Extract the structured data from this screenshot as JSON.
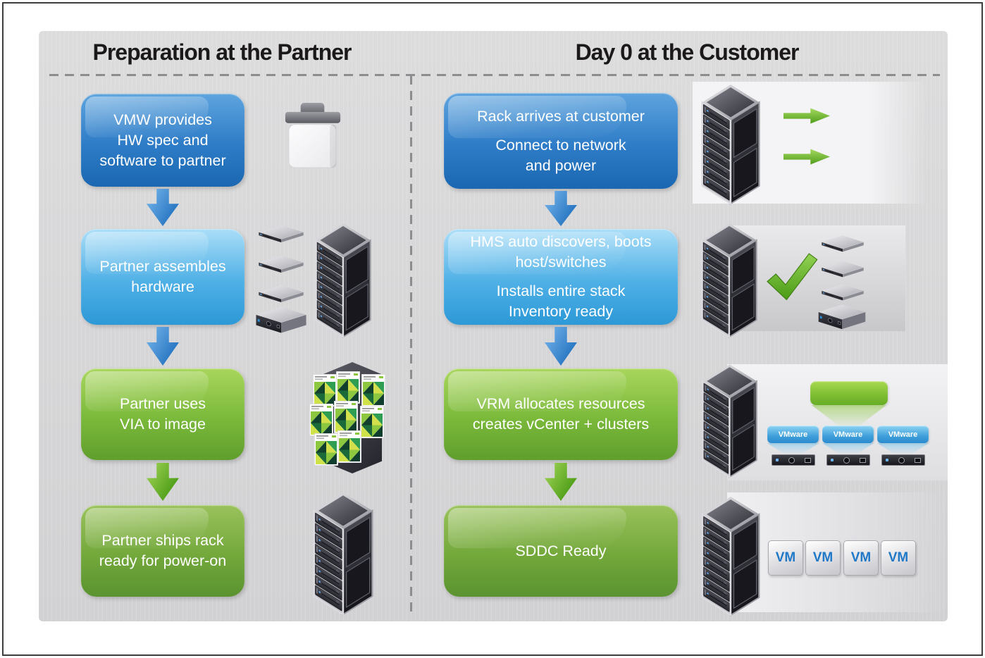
{
  "diagram": {
    "left": {
      "title": "Preparation at the Partner",
      "steps": [
        {
          "lines": [
            "VMW provides",
            "HW spec and",
            "software to partner"
          ]
        },
        {
          "lines": [
            "Partner assembles",
            "hardware"
          ]
        },
        {
          "lines": [
            "Partner uses",
            "VIA to image"
          ]
        },
        {
          "lines": [
            "Partner ships rack",
            "ready for power-on"
          ]
        }
      ]
    },
    "right": {
      "title": "Day 0 at the Customer",
      "steps": [
        {
          "paragraphs": [
            [
              "Rack arrives at customer"
            ],
            [
              "Connect to network",
              "and power"
            ]
          ]
        },
        {
          "paragraphs": [
            [
              "HMS auto discovers, boots",
              "host/switches"
            ],
            [
              "Installs entire stack",
              "Inventory ready"
            ]
          ]
        },
        {
          "paragraphs": [
            [
              "VRM allocates resources",
              "creates vCenter + clusters"
            ]
          ]
        },
        {
          "paragraphs": [
            [
              "SDDC Ready"
            ]
          ]
        }
      ]
    },
    "labels": {
      "hypervisor": [
        "VMware",
        "VMware",
        "VMware"
      ],
      "vms": [
        "VM",
        "VM",
        "VM",
        "VM"
      ]
    },
    "icons": {
      "left_column": [
        "bin-icon",
        "switch-stack-icon",
        "server-rack-icon",
        "software-box-stack-icon",
        "server-rack-icon"
      ],
      "right_column": [
        "server-rack-icon",
        "green-arrow-right-icon",
        "checkmark-icon",
        "switch-stack-icon",
        "vrm-cluster-diagram",
        "vm-boxes"
      ]
    },
    "colors": {
      "box_blue_dark": "#2e7cc7",
      "box_blue_light": "#4fb0e6",
      "box_green": "#7ab93a",
      "box_green_dark": "#73a83b",
      "arrow_blue": "#2b79c4",
      "arrow_green": "#52a01b",
      "vm_text_blue": "#1f78c8",
      "panel_gray": "#d6d6d8",
      "title_text": "#1c191a"
    }
  }
}
